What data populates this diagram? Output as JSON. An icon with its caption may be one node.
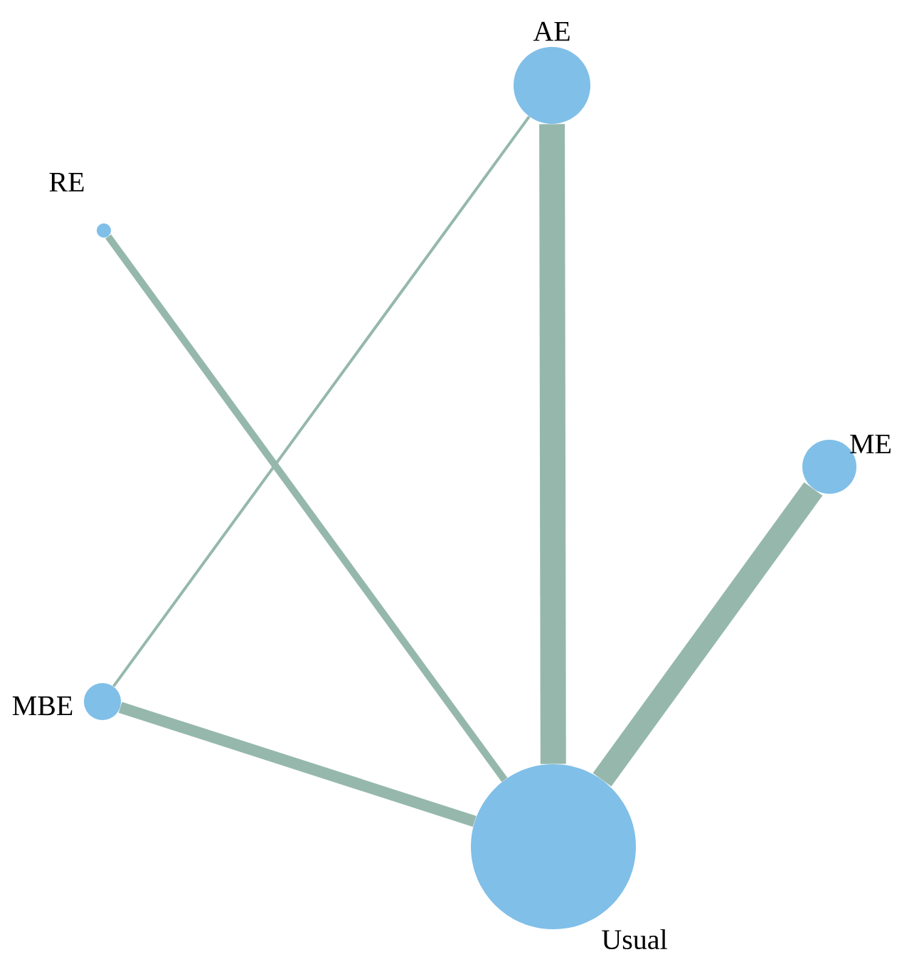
{
  "diagram": {
    "nodes": [
      {
        "text": [
          "AE"
        ]
      },
      {
        "text": [
          "RE"
        ]
      },
      {
        "text": [
          "ME"
        ]
      },
      {
        "text": [
          "MBE"
        ]
      },
      {
        "text": [
          "Usual"
        ]
      }
    ],
    "edges": [
      {
        "from": 0,
        "to": 4,
        "arrow": "none",
        "style": "thick"
      },
      {
        "from": 0,
        "to": 3,
        "arrow": "none"
      },
      {
        "from": 1,
        "to": 4,
        "arrow": "none"
      },
      {
        "from": 2,
        "to": 4,
        "arrow": "none",
        "style": "thick"
      },
      {
        "from": 3,
        "to": 4,
        "arrow": "none"
      }
    ]
  }
}
